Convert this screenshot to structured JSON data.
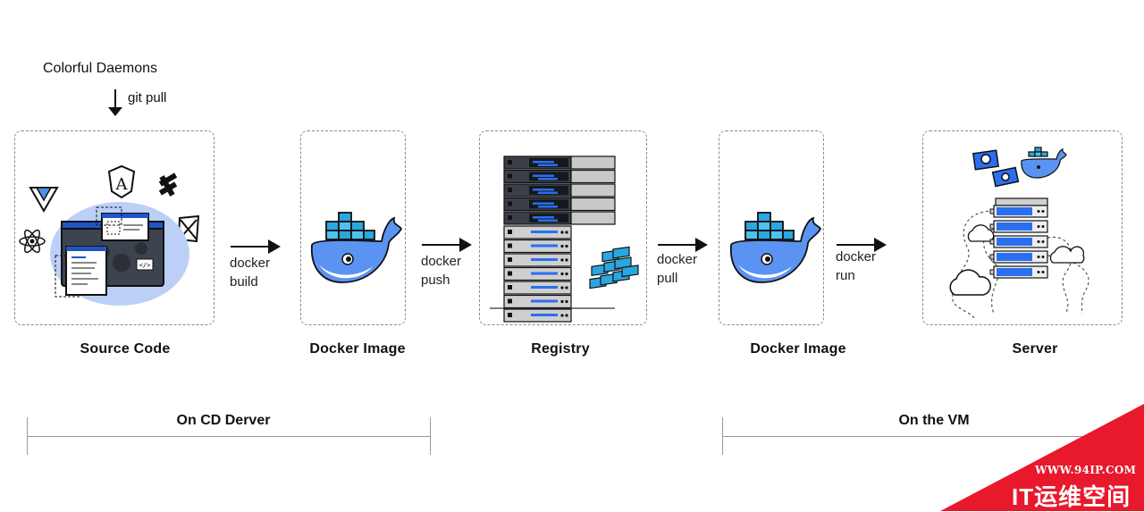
{
  "header": {
    "repo_label": "Colorful Daemons",
    "git_pull_label": "git pull"
  },
  "stages": {
    "source_code": "Source Code",
    "docker_image_1": "Docker Image",
    "registry": "Registry",
    "docker_image_2": "Docker Image",
    "server": "Server"
  },
  "commands": {
    "build": [
      "docker",
      "build"
    ],
    "push": [
      "docker",
      "push"
    ],
    "pull": [
      "docker",
      "pull"
    ],
    "run": [
      "docker",
      "run"
    ]
  },
  "sections": {
    "cd_server": "On CD Derver",
    "vm": "On the VM"
  },
  "watermark": {
    "url": "WWW.94IP.COM",
    "brand": "IT运维空间"
  },
  "colors": {
    "docker_blue": "#4f8ff0",
    "docker_dark_blue": "#1f56c7",
    "cyan": "#2aa7e0",
    "watermark_red": "#e8192c"
  }
}
